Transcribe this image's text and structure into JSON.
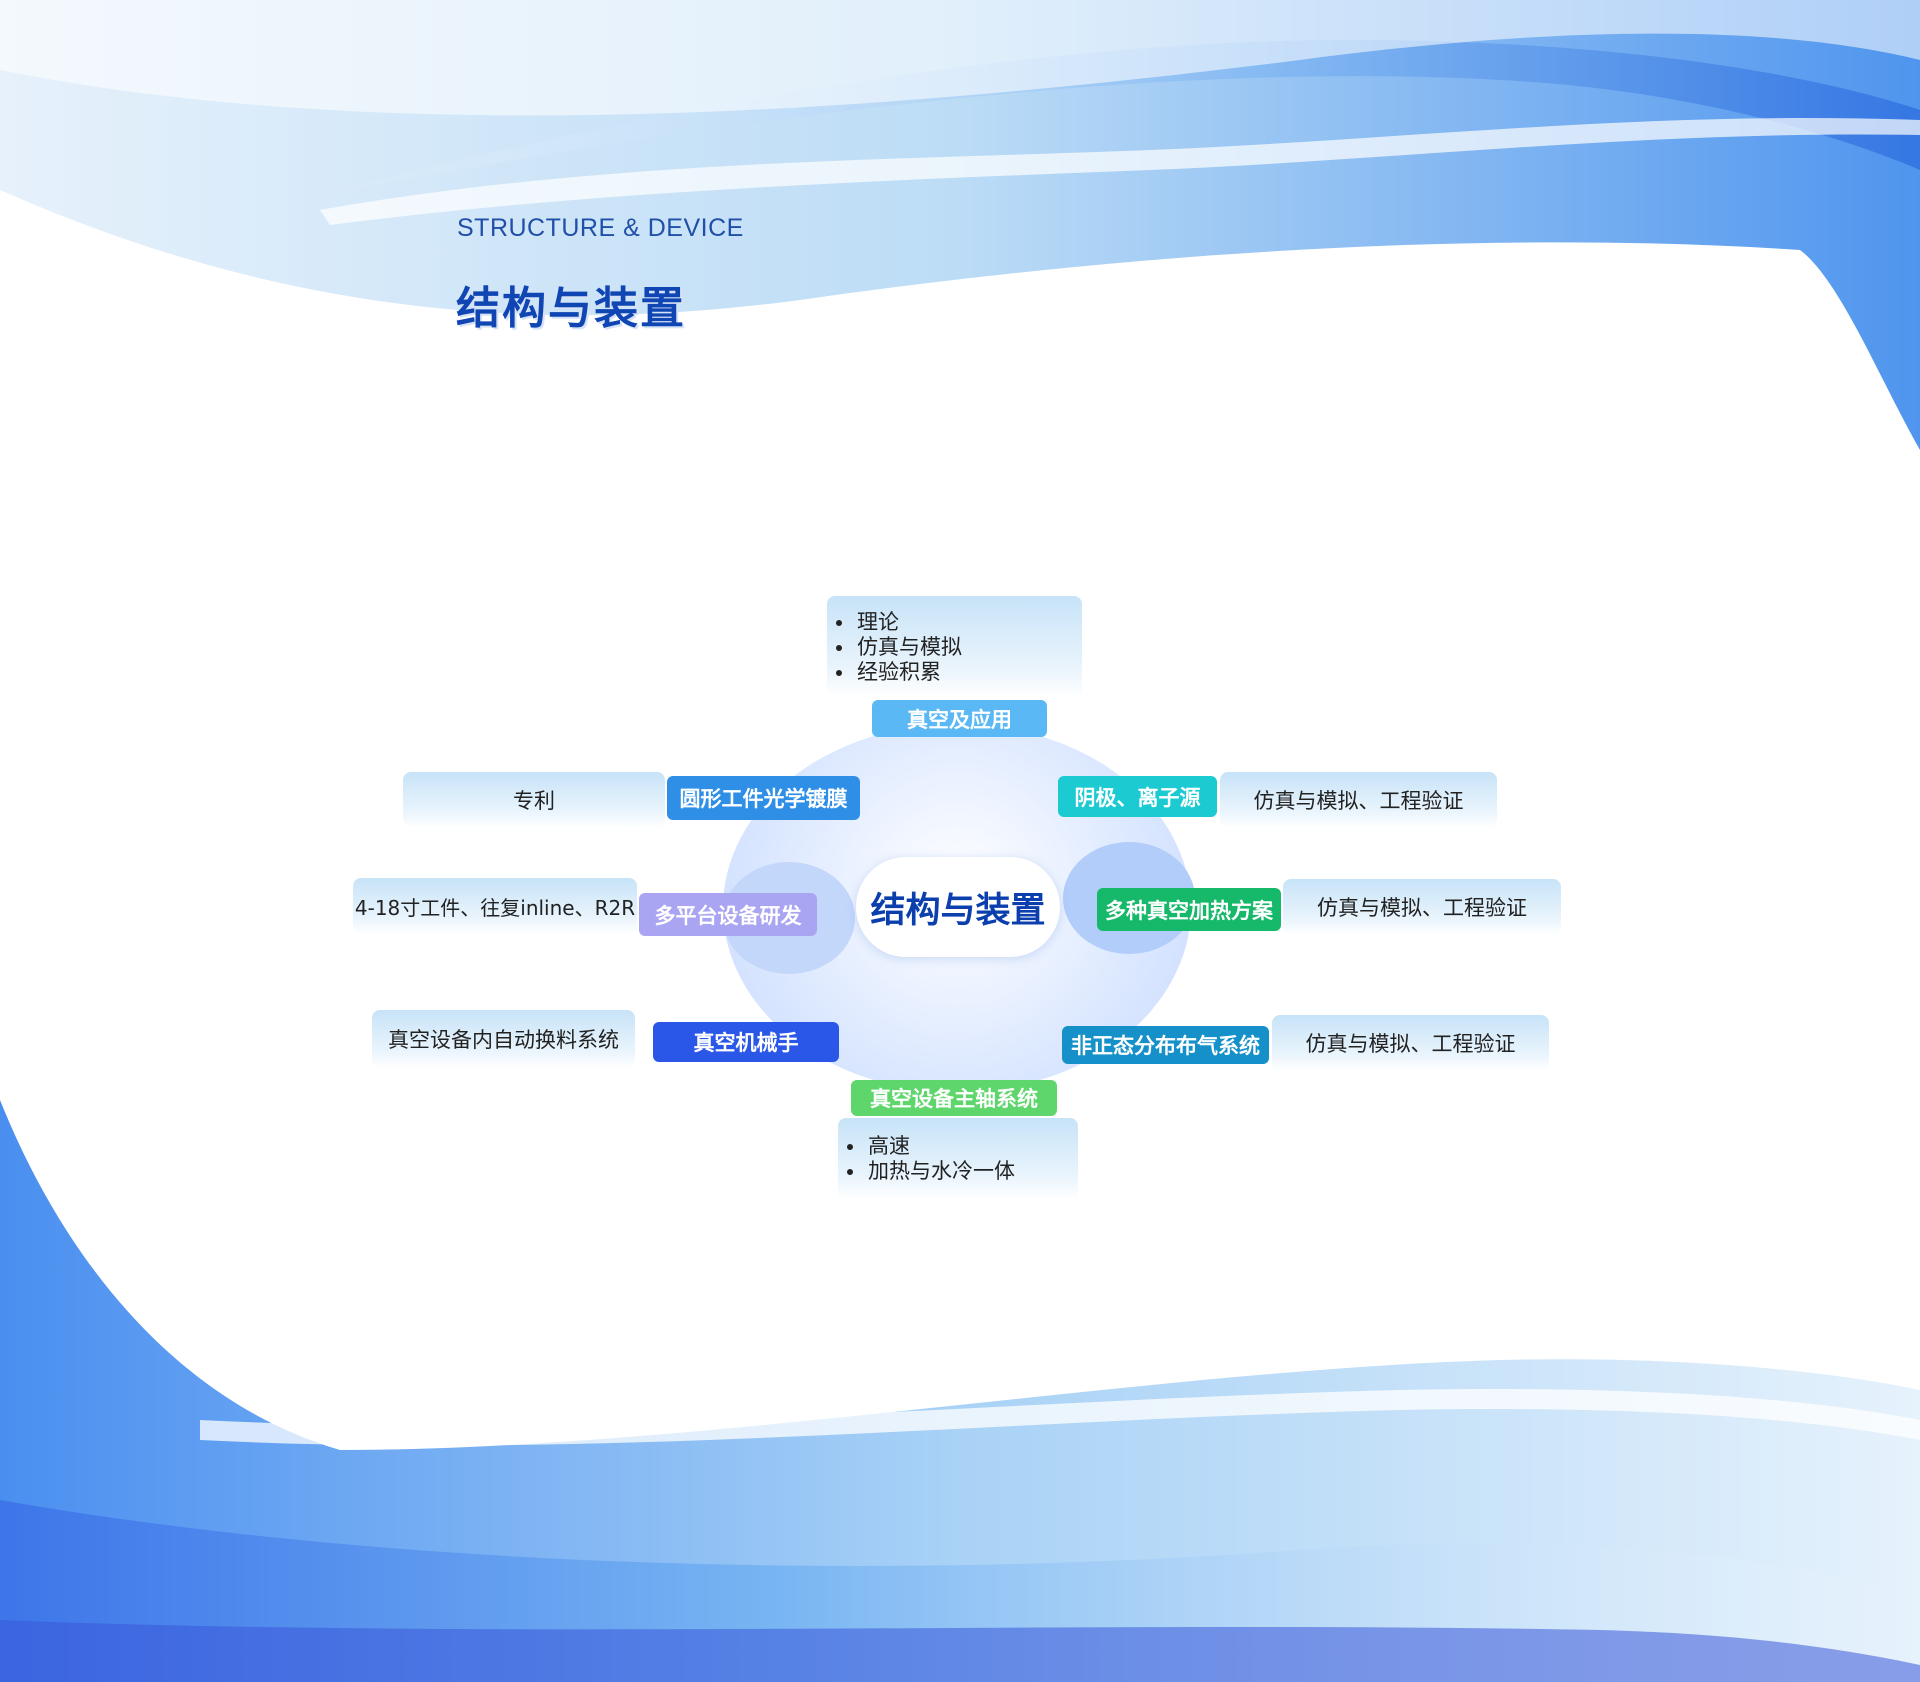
{
  "header": {
    "subtitle_en": "STRUCTURE & DEVICE",
    "title_cn": "结构与装置"
  },
  "diagram": {
    "center": "结构与装置",
    "branches": {
      "top": {
        "label": "真空及应用",
        "details": [
          "理论",
          "仿真与模拟",
          "经验积累"
        ],
        "color": "#5ab8f4"
      },
      "upper_left": {
        "label": "圆形工件光学镀膜",
        "detail": "专利",
        "color": "#2f8fe6"
      },
      "upper_right": {
        "label": "阴极、离子源",
        "detail": "仿真与模拟、工程验证",
        "color": "#1ccad2"
      },
      "mid_left": {
        "label": "多平台设备研发",
        "detail": "4-18寸工件、往复inline、R2R",
        "color": "#a9a5f2"
      },
      "mid_right": {
        "label": "多种真空加热方案",
        "detail": "仿真与模拟、工程验证",
        "color": "#16b86a"
      },
      "lower_left": {
        "label": "真空机械手",
        "detail": "真空设备内自动换料系统",
        "color": "#2b57e8"
      },
      "lower_right": {
        "label": "非正态分布布气系统",
        "detail": "仿真与模拟、工程验证",
        "color": "#1690c8"
      },
      "bottom": {
        "label": "真空设备主轴系统",
        "details": [
          "高速",
          "加热与水冷一体"
        ],
        "color": "#5ed66c"
      }
    }
  }
}
